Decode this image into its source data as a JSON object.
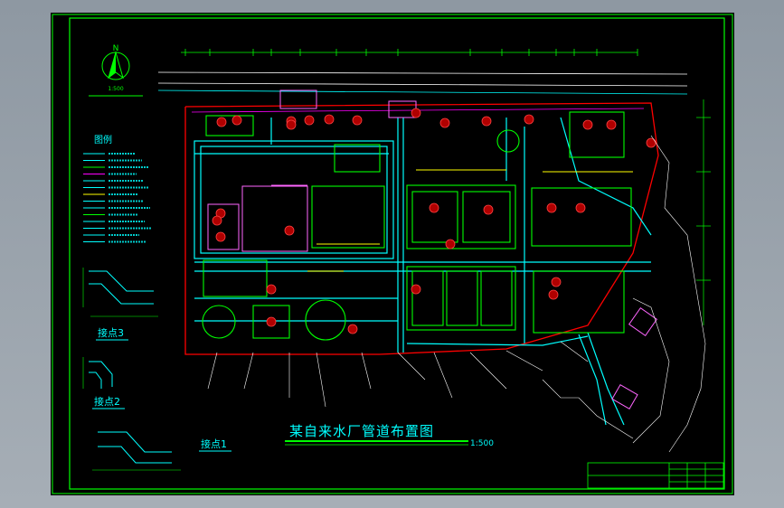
{
  "drawing": {
    "title": "某自来水厂管道布置图",
    "title_scale": "1:500",
    "north_scale": "1:500",
    "north_letter": "N",
    "legend_title": "图例",
    "joint_labels": [
      "接点3",
      "接点2",
      "接点1"
    ],
    "colors": {
      "sheet": "#000000",
      "border": "#00ff00",
      "cyan": "#00ffff",
      "red": "#ff0000",
      "magenta": "#ff00ff",
      "yellow": "#ffff00",
      "white": "#ffffff",
      "blue": "#4060ff"
    }
  }
}
